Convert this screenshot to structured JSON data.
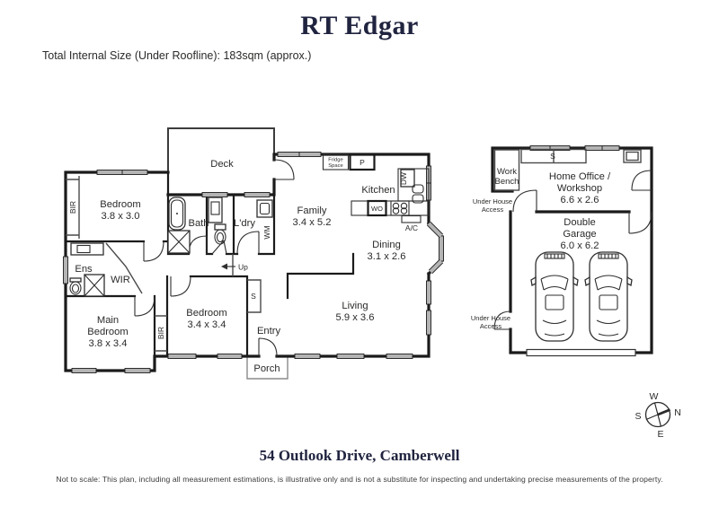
{
  "header": {
    "brand": "RT Edgar",
    "size_note": "Total Internal Size (Under Roofline):  183sqm (approx.)"
  },
  "rooms": {
    "deck": {
      "name": "Deck"
    },
    "bedroom1": {
      "name": "Bedroom",
      "dims": "3.8 x 3.0"
    },
    "bath": {
      "name": "Bath"
    },
    "laundry": {
      "name": "L'dry"
    },
    "family": {
      "name": "Family",
      "dims": "3.4 x 5.2"
    },
    "kitchen": {
      "name": "Kitchen"
    },
    "dining": {
      "name": "Dining",
      "dims": "3.1 x 2.6"
    },
    "living": {
      "name": "Living",
      "dims": "5.9 x 3.6"
    },
    "ens": {
      "name": "Ens"
    },
    "wir": {
      "name": "WIR"
    },
    "main_bedroom": {
      "l1": "Main",
      "l2": "Bedroom",
      "dims": "3.8 x 3.4"
    },
    "bedroom2": {
      "name": "Bedroom",
      "dims": "3.4 x 3.4"
    },
    "entry": {
      "name": "Entry"
    },
    "porch": {
      "name": "Porch"
    },
    "work_bench": {
      "l1": "Work",
      "l2": "Bench"
    },
    "home_office": {
      "l1": "Home Office /",
      "l2": "Workshop",
      "dims": "6.6 x 2.6"
    },
    "garage": {
      "l1": "Double",
      "l2": "Garage",
      "dims": "6.0 x 6.2"
    }
  },
  "labels": {
    "bir": "BIR",
    "wm": "WM",
    "dw": "DW",
    "storage": "S",
    "pantry": "P",
    "wall_oven": "WO",
    "ac": "A/C",
    "fridge_l1": "Fridge",
    "fridge_l2": "Space",
    "up": "Up",
    "under_house_l1": "Under House",
    "under_house_l2": "Access"
  },
  "compass": {
    "n": "N",
    "s": "S",
    "e": "E",
    "w": "W"
  },
  "footer": {
    "address": "54 Outlook Drive, Camberwell",
    "disclaimer": "Not to scale: This plan, including all measurement estimations, is illustrative only and is not a substitute for inspecting and undertaking precise measurements of the property."
  },
  "colors": {
    "brand_navy": "#20243f",
    "wall_black": "#1b1b1b",
    "window_gray": "#b4b4b4",
    "label_text": "#2b2a29"
  }
}
